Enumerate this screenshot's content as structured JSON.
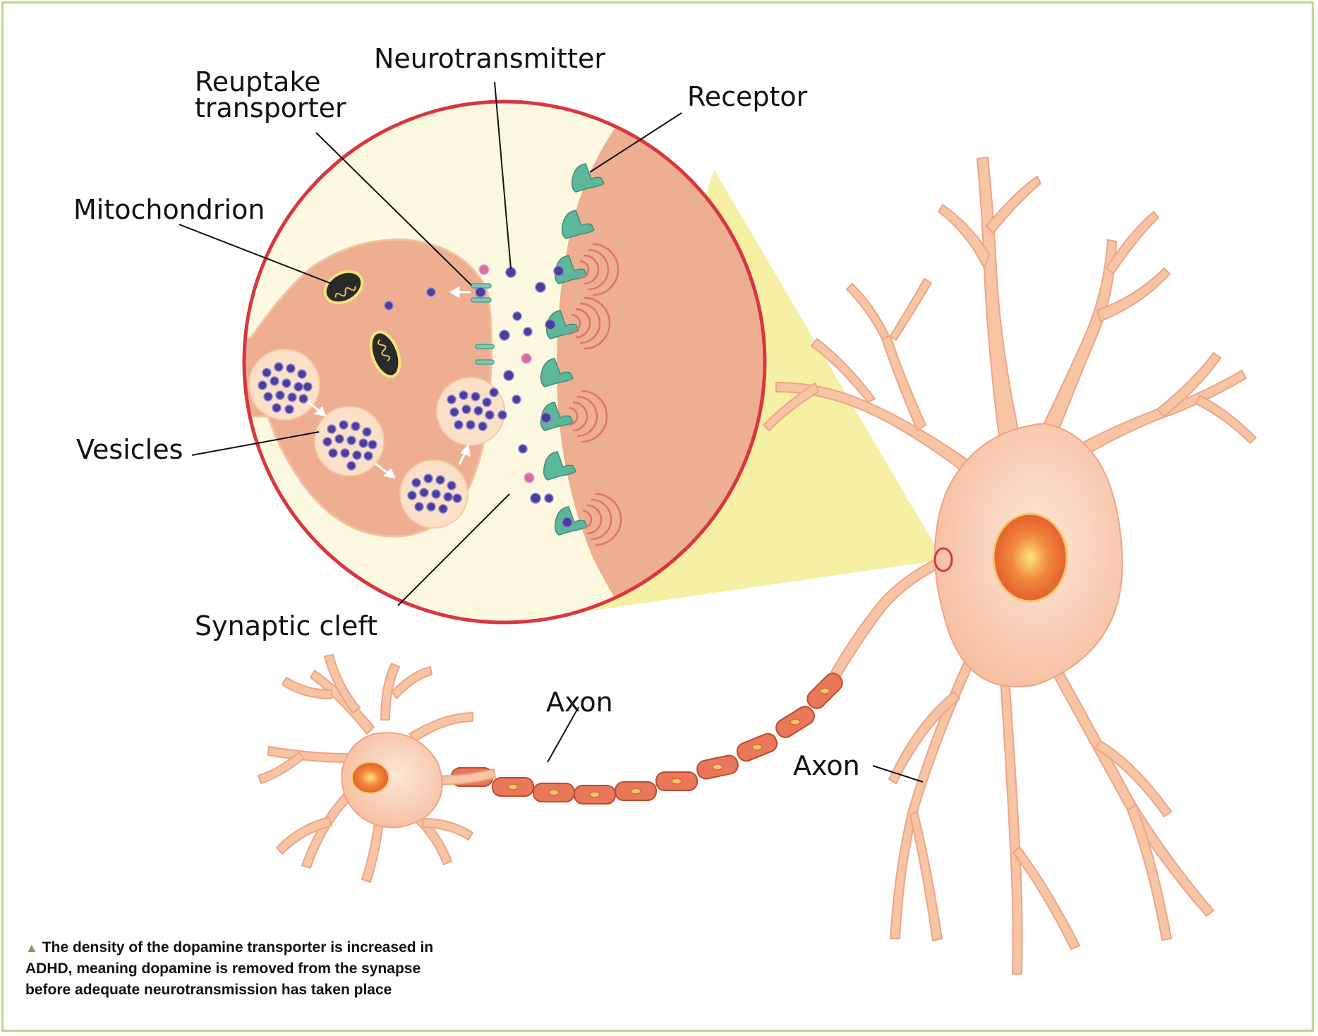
{
  "labels": {
    "neurotransmitter": "Neurotransmitter",
    "reuptake_line1": "Reuptake",
    "reuptake_line2": "transporter",
    "receptor": "Receptor",
    "mitochondrion": "Mitochondrion",
    "vesicles": "Vesicles",
    "synaptic_cleft": "Synaptic cleft",
    "axon_center": "Axon",
    "axon_right": "Axon"
  },
  "caption": {
    "marker": "▲",
    "text": "The density of the dopamine transporter is increased in ADHD, meaning dopamine is removed from the synapse before adequate neurotransmission has taken place"
  },
  "colors": {
    "cell_fill": "#f7c4a4",
    "cell_stroke": "#f0a98a",
    "circle_border": "#d9363e",
    "circle_bg": "#fdf9e0",
    "postsynaptic": "#edae92",
    "receptor": "#5db79a",
    "neurotransmitter": "#4b3f9c",
    "magnify_cone": "#f4ef9e",
    "frame": "#b7d98b",
    "caption_marker": "#6aa84f"
  }
}
